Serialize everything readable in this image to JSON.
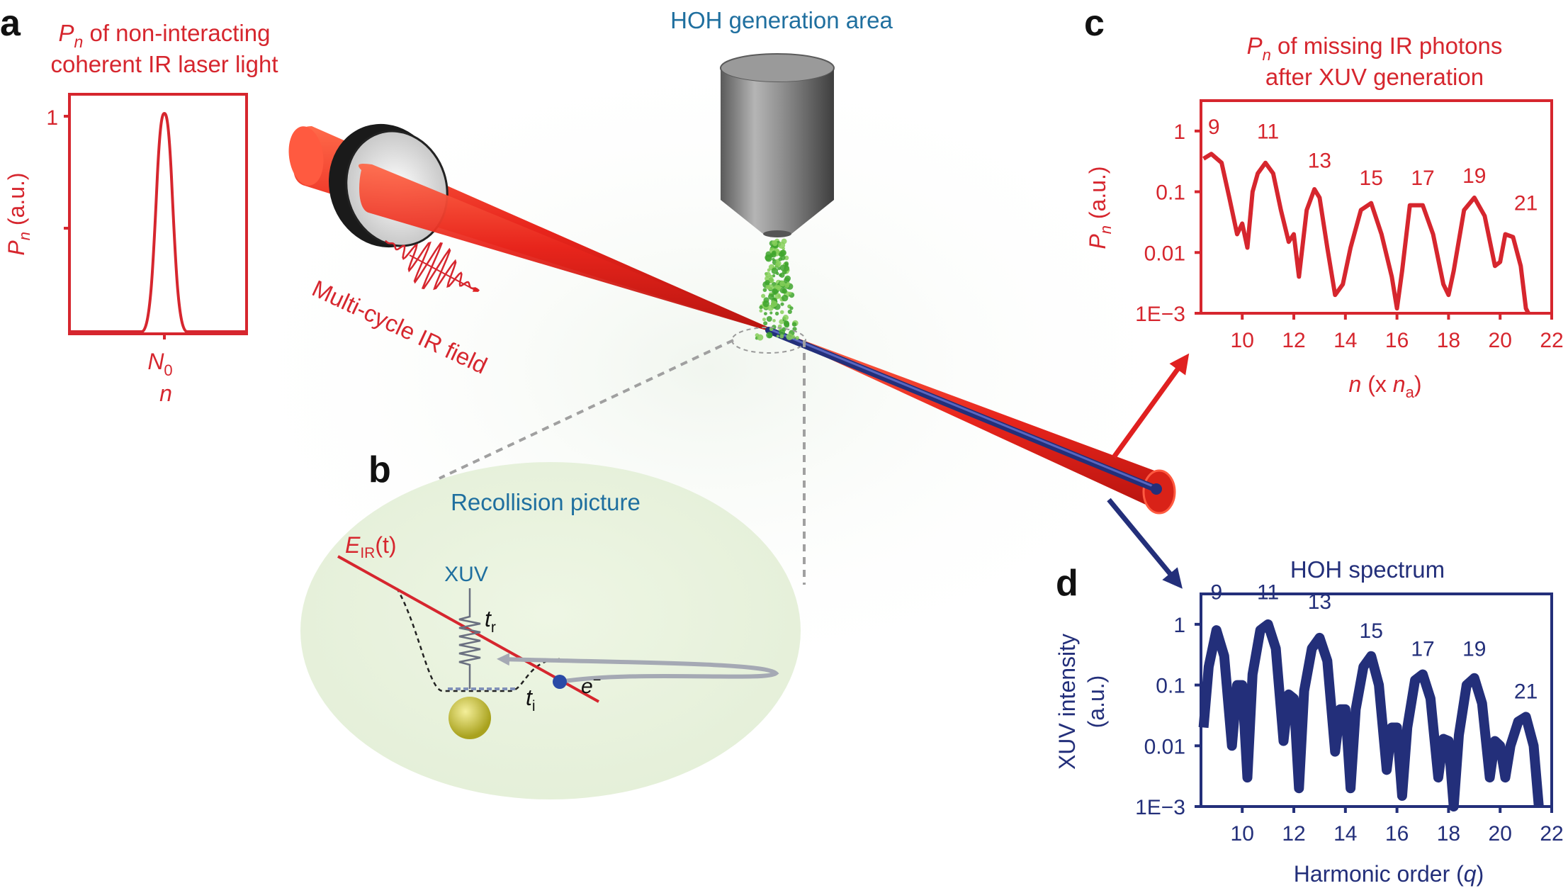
{
  "colors": {
    "red": "#d6262e",
    "navy": "#232f7a",
    "teal_blue": "#1f6f9f",
    "beam_red": "#e8251c",
    "nozzle_grey": "#8a8a8a",
    "gas_green": "#4caf3a",
    "atom_yellow": "#c9c233"
  },
  "panel_a": {
    "letter": "a",
    "title_italic": "P",
    "title_sub": "n",
    "title_rest": " of non-interacting",
    "title_line2": "coherent IR laser light",
    "ylabel_italic": "P",
    "ylabel_sub": "n",
    "ylabel_rest": " (a.u.)",
    "ytick": "1",
    "xtick_base": "N",
    "xtick_sub": "0",
    "xlabel": "n"
  },
  "setup": {
    "nozzle_label": "HOH generation area",
    "field_label": "Multi-cycle IR field"
  },
  "panel_b": {
    "letter": "b",
    "title": "Recollision picture",
    "field_E": "E",
    "field_sub": "IR",
    "field_t": "(t)",
    "xuv_label": "XUV",
    "tr_t": "t",
    "tr_sub": "r",
    "ti_t": "t",
    "ti_sub": "i",
    "electron": "e",
    "electron_sup": "−"
  },
  "chart_data": [
    {
      "panel": "c",
      "letter": "c",
      "type": "line",
      "title_italic": "P",
      "title_sub": "n",
      "title_rest": " of missing IR photons",
      "title_line2": "after XUV generation",
      "ylabel_italic": "P",
      "ylabel_sub": "n",
      "ylabel_rest": " (a.u.)",
      "xlabel_pre": "n",
      "xlabel_mid": " (x ",
      "xlabel_na": "n",
      "xlabel_na_sub": "a",
      "xlabel_post": ")",
      "xlim": [
        8.4,
        22
      ],
      "ylim_log10": [
        -3,
        0.5
      ],
      "y_scale": "log",
      "xticks": [
        10,
        12,
        14,
        16,
        18,
        20,
        22
      ],
      "yticks": [
        {
          "value": 1,
          "label": "1"
        },
        {
          "value": 0.1,
          "label": "0.1"
        },
        {
          "value": 0.01,
          "label": "0.01"
        },
        {
          "value": 0.001,
          "label": "1E−3"
        }
      ],
      "peak_labels": [
        {
          "text": "9",
          "x": 8.9,
          "y": 0.9
        },
        {
          "text": "11",
          "x": 11.0,
          "y": 0.75
        },
        {
          "text": "13",
          "x": 13.0,
          "y": 0.25
        },
        {
          "text": "15",
          "x": 15.0,
          "y": 0.13
        },
        {
          "text": "17",
          "x": 17.0,
          "y": 0.13
        },
        {
          "text": "19",
          "x": 19.0,
          "y": 0.14
        },
        {
          "text": "21",
          "x": 21.0,
          "y": 0.05
        }
      ],
      "series": [
        {
          "x": [
            8.5,
            8.8,
            9.2,
            9.5,
            9.8,
            10.0,
            10.2,
            10.4,
            10.6,
            10.9,
            11.2,
            11.5,
            11.8,
            12.0,
            12.2,
            12.5,
            12.8,
            13.0,
            13.3,
            13.6,
            13.9,
            14.2,
            14.6,
            15.0,
            15.4,
            15.8,
            16.0,
            16.2,
            16.5,
            17.0,
            17.4,
            17.8,
            18.0,
            18.2,
            18.6,
            19.0,
            19.4,
            19.8,
            20.0,
            20.2,
            20.5,
            20.8,
            21.0,
            21.1
          ],
          "y": [
            0.35,
            0.42,
            0.3,
            0.08,
            0.02,
            0.03,
            0.012,
            0.1,
            0.2,
            0.3,
            0.2,
            0.05,
            0.015,
            0.02,
            0.004,
            0.05,
            0.11,
            0.08,
            0.012,
            0.002,
            0.003,
            0.012,
            0.05,
            0.065,
            0.02,
            0.004,
            0.0012,
            0.005,
            0.06,
            0.06,
            0.02,
            0.003,
            0.002,
            0.005,
            0.05,
            0.08,
            0.04,
            0.006,
            0.007,
            0.02,
            0.018,
            0.006,
            0.0012,
            0.001
          ]
        }
      ]
    },
    {
      "panel": "d",
      "letter": "d",
      "type": "line",
      "title": "HOH spectrum",
      "ylabel_line1": "XUV intensity",
      "ylabel_line2": "(a.u.)",
      "xlabel_pre": "Harmonic order (",
      "xlabel_q": "q",
      "xlabel_post": ")",
      "xlim": [
        8.4,
        22
      ],
      "ylim_log10": [
        -3,
        0.5
      ],
      "y_scale": "log",
      "xticks": [
        10,
        12,
        14,
        16,
        18,
        20,
        22
      ],
      "yticks": [
        {
          "value": 1,
          "label": "1"
        },
        {
          "value": 0.1,
          "label": "0.1"
        },
        {
          "value": 0.01,
          "label": "0.01"
        },
        {
          "value": 0.001,
          "label": "1E−3"
        }
      ],
      "peak_labels": [
        {
          "text": "9",
          "x": 9.0,
          "y": 2.6
        },
        {
          "text": "11",
          "x": 11.0,
          "y": 2.6
        },
        {
          "text": "13",
          "x": 13.0,
          "y": 1.8
        },
        {
          "text": "15",
          "x": 15.0,
          "y": 0.6
        },
        {
          "text": "17",
          "x": 17.0,
          "y": 0.3
        },
        {
          "text": "19",
          "x": 19.0,
          "y": 0.3
        },
        {
          "text": "21",
          "x": 21.0,
          "y": 0.06
        }
      ],
      "series": [
        {
          "x": [
            8.5,
            8.7,
            9.0,
            9.3,
            9.6,
            9.8,
            10.0,
            10.2,
            10.4,
            10.7,
            11.0,
            11.3,
            11.6,
            11.8,
            12.0,
            12.2,
            12.4,
            12.7,
            13.0,
            13.3,
            13.6,
            13.8,
            14.0,
            14.2,
            14.4,
            14.7,
            15.0,
            15.3,
            15.6,
            15.8,
            16.0,
            16.2,
            16.4,
            16.7,
            17.0,
            17.3,
            17.6,
            17.8,
            18.0,
            18.2,
            18.4,
            18.7,
            19.0,
            19.3,
            19.6,
            19.8,
            20.0,
            20.2,
            20.4,
            20.7,
            21.0,
            21.3,
            21.5
          ],
          "y": [
            0.02,
            0.2,
            0.8,
            0.3,
            0.01,
            0.1,
            0.1,
            0.003,
            0.15,
            0.8,
            1.0,
            0.4,
            0.012,
            0.07,
            0.06,
            0.002,
            0.08,
            0.4,
            0.6,
            0.25,
            0.008,
            0.04,
            0.04,
            0.002,
            0.04,
            0.2,
            0.3,
            0.1,
            0.004,
            0.02,
            0.02,
            0.0015,
            0.02,
            0.12,
            0.15,
            0.06,
            0.003,
            0.013,
            0.012,
            0.001,
            0.015,
            0.1,
            0.13,
            0.05,
            0.003,
            0.012,
            0.01,
            0.003,
            0.01,
            0.025,
            0.03,
            0.01,
            0.001
          ]
        }
      ]
    }
  ]
}
